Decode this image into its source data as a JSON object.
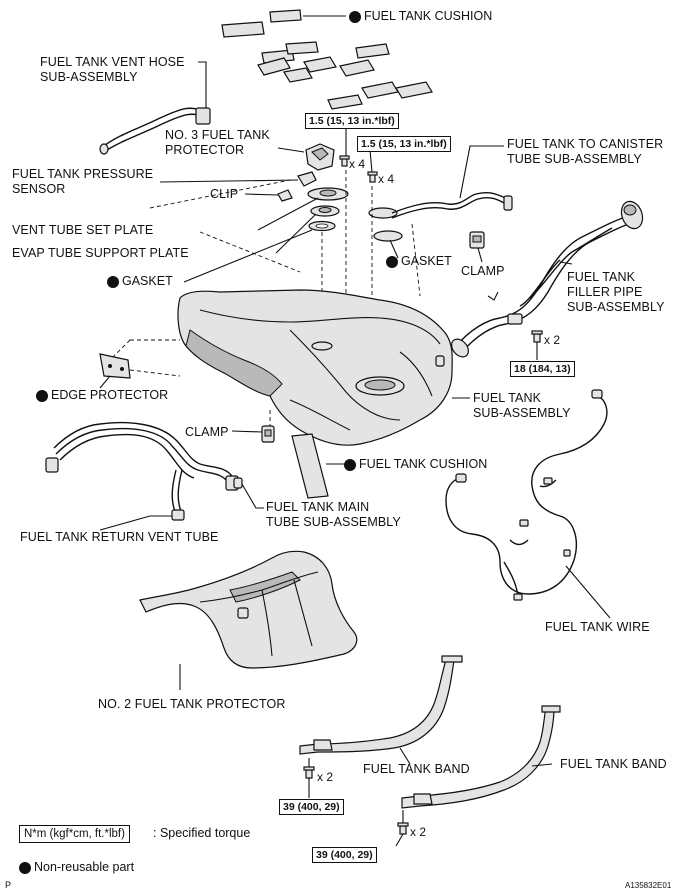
{
  "labels": {
    "fuel_tank_cushion_top": "FUEL TANK CUSHION",
    "vent_hose": "FUEL TANK VENT HOSE\nSUB-ASSEMBLY",
    "no3_protector": "NO. 3 FUEL TANK\nPROTECTOR",
    "pressure_sensor": "FUEL TANK PRESSURE\nSENSOR",
    "clip": "CLIP",
    "vent_tube_set_plate": "VENT TUBE SET PLATE",
    "evap_tube_support_plate": "EVAP TUBE SUPPORT PLATE",
    "gasket_left": "GASKET",
    "gasket_right": "GASKET",
    "canister_tube": "FUEL TANK TO CANISTER\nTUBE SUB-ASSEMBLY",
    "clamp_right": "CLAMP",
    "filler_pipe": "FUEL TANK\nFILLER PIPE\nSUB-ASSEMBLY",
    "edge_protector": "EDGE PROTECTOR",
    "fuel_tank_sub": "FUEL TANK\nSUB-ASSEMBLY",
    "clamp_left": "CLAMP",
    "fuel_tank_cushion_mid": "FUEL TANK CUSHION",
    "main_tube": "FUEL TANK MAIN\nTUBE SUB-ASSEMBLY",
    "return_vent_tube": "FUEL TANK RETURN VENT TUBE",
    "fuel_tank_wire": "FUEL TANK WIRE",
    "no2_protector": "NO. 2 FUEL TANK PROTECTOR",
    "fuel_tank_band_1": "FUEL TANK BAND",
    "fuel_tank_band_2": "FUEL TANK BAND"
  },
  "torques": {
    "t1": "1.5 (15, 13 in.*lbf)",
    "t2": "1.5 (15, 13 in.*lbf)",
    "t3": "18 (184, 13)",
    "t4": "39 (400, 29)",
    "t5": "39 (400, 29)"
  },
  "quantities": {
    "q1": "x 4",
    "q2": "x 4",
    "q3": "x 2",
    "q4": "x 2",
    "q5": "x 2"
  },
  "legend": {
    "torque_unit": "N*m (kgf*cm, ft.*lbf)",
    "torque_desc": ": Specified torque",
    "non_reusable": "Non-reusable part"
  },
  "corner": {
    "left": "P",
    "right": "A135832E01"
  },
  "colors": {
    "ink": "#111111",
    "part_fill": "#e4e4e4",
    "part_shade": "#b9b9b9",
    "paper": "#ffffff"
  }
}
